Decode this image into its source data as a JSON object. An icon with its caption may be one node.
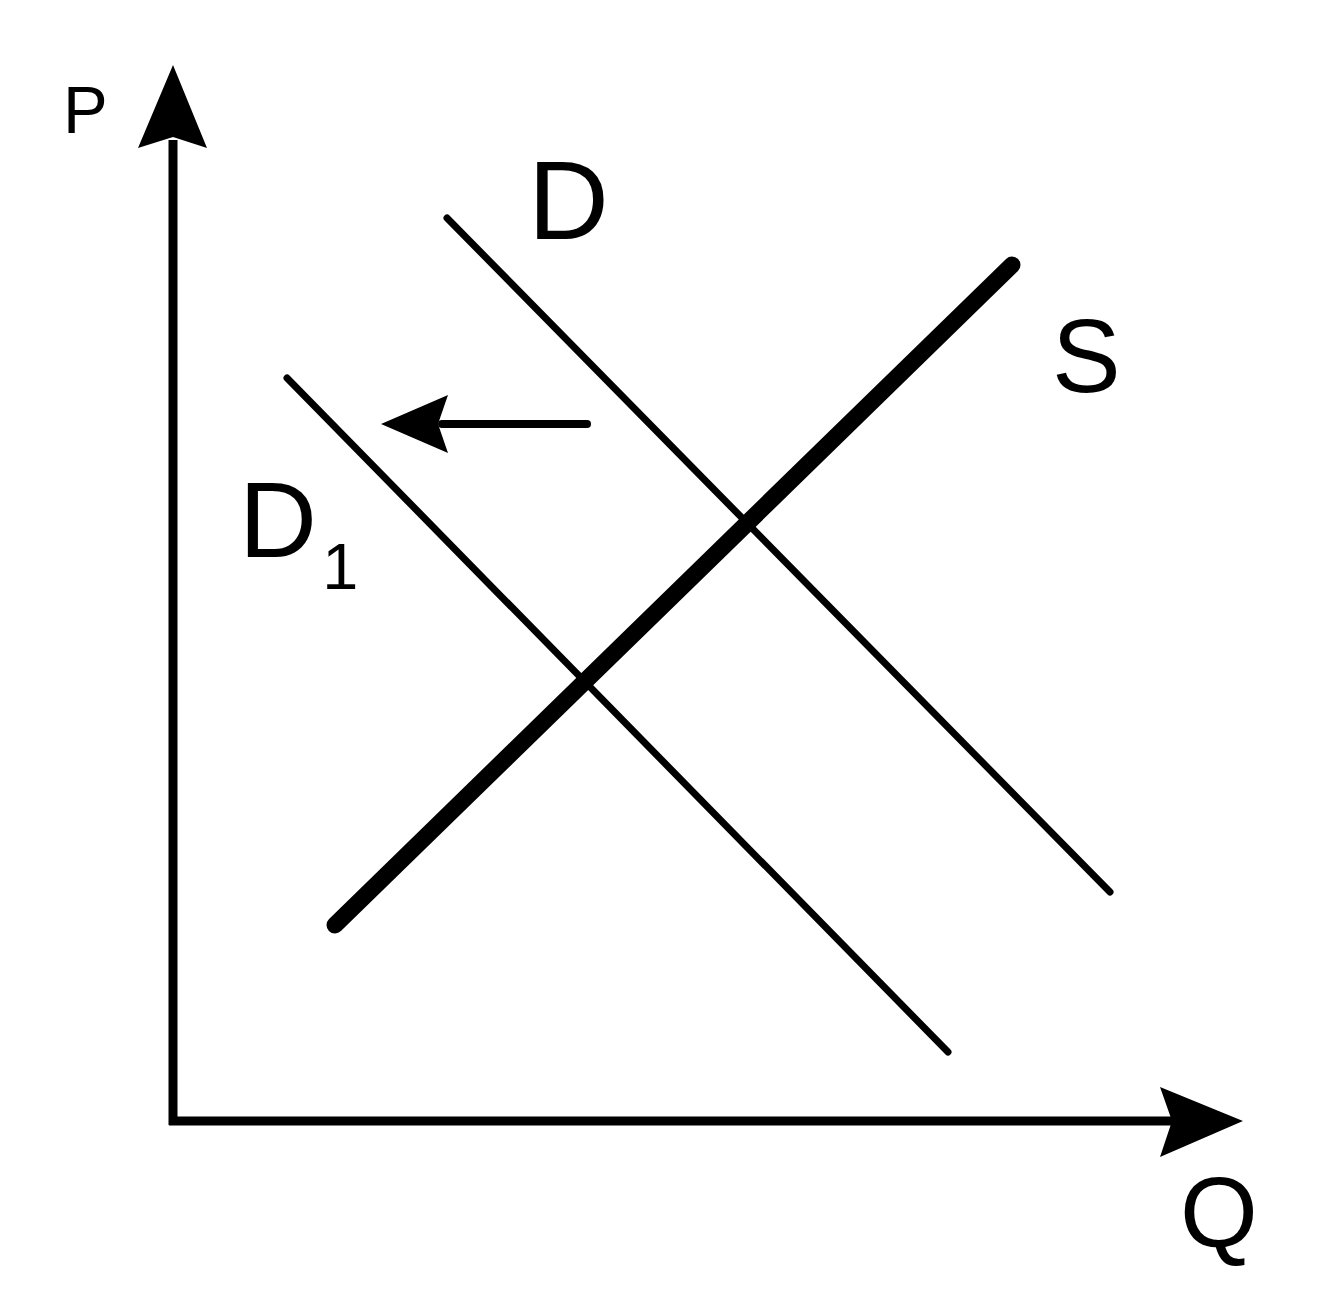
{
  "diagram": {
    "labels": [
      "P",
      "D",
      "S",
      "D$_{1}$",
      "Q"
    ]
  }
}
